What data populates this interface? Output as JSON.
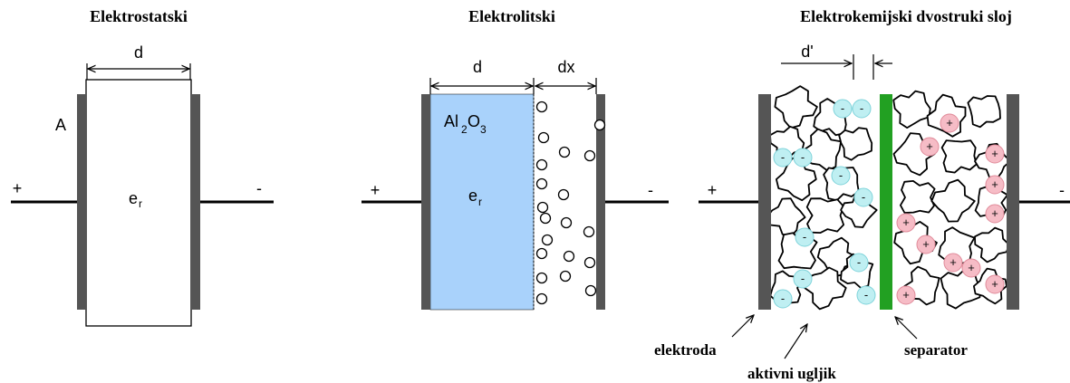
{
  "panels": {
    "electrostatic": {
      "title": "Elektrostatski",
      "plate_area_label": "A",
      "distance_label": "d",
      "permittivity_base": "e",
      "permittivity_sub": "r",
      "plus_sign": "+",
      "minus_sign": "-"
    },
    "electrolytic": {
      "title": "Elektrolitski",
      "distance_label": "d",
      "dx_label": "dx",
      "oxide_parts": [
        "Al",
        "2",
        "O",
        "3"
      ],
      "permittivity_base": "e",
      "permittivity_sub": "r",
      "plus_sign": "+",
      "minus_sign": "-",
      "colors": {
        "dielectric": "#a9d2fb"
      }
    },
    "double_layer": {
      "title": "Elektrokemijski dvostruki sloj",
      "distance_label": "d'",
      "plus_sign": "+",
      "minus_sign": "-",
      "captions": {
        "electrode": "elektroda",
        "active_carbon": "aktivni ugljik",
        "separator": "separator"
      },
      "ion_negative": "-",
      "ion_positive": "+",
      "colors": {
        "separator": "#22a022",
        "negative_ion": "#bfeff2",
        "positive_ion": "#f6bcc6"
      }
    }
  }
}
